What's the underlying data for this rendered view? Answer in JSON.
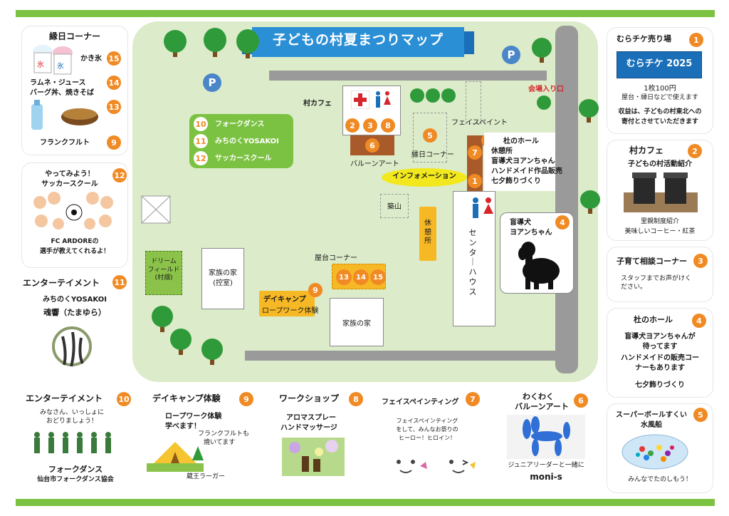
{
  "map": {
    "title": "子どもの村夏まつりマップ",
    "entrance": "会場入り口",
    "parking": "P",
    "village_cafe": "村カフェ",
    "balloon_art": "バルーンアート",
    "ennichi_corner": "縁日コーナー",
    "face_paint": "フェイスペイント",
    "information": "インフォメーション",
    "tsukiyama": "築山",
    "rest_area": "休憩所",
    "center_house": "センターハウス",
    "dream_field": "ドリーム\nフィールド\n(村畑)",
    "family_house_1": "家族の家\n(控室)",
    "family_house_2": "家族の家",
    "yatai_corner": "屋台コーナー",
    "day_camp_label": "デイキャンプ",
    "rope_work": "ロープワーク体験",
    "green_list": [
      {
        "num": "10",
        "label": "フォークダンス"
      },
      {
        "num": "11",
        "label": "みちのくYOSAKOI"
      },
      {
        "num": "12",
        "label": "サッカースクール"
      }
    ],
    "hall_box": {
      "title": "杜のホール",
      "lines": [
        "休憩所",
        "盲導犬ヨアンちゃん",
        "ハンドメイド作品販売",
        "七夕飾りづくり"
      ]
    },
    "dog_box": {
      "num": "4",
      "line1": "盲導犬",
      "line2": "ヨアンちゃん"
    }
  },
  "left": {
    "ennichi": {
      "title": "縁日コーナー",
      "kakigori": "かき氷",
      "drinks_line1": "ラムネ・ジュース",
      "drinks_line2": "バーグ丼、焼きそば",
      "frank": "フランクフルト",
      "n15": "15",
      "n14": "14",
      "n13": "13",
      "n9": "9"
    },
    "soccer": {
      "num": "12",
      "line1": "やってみよう！",
      "line2": "サッカースクール",
      "line3": "FC ARDOREの",
      "line4": "選手が教えてくれるよ！"
    },
    "ent11": {
      "num": "11",
      "title": "エンターテイメント",
      "line1": "みちのくYOSAKOI",
      "line2": "魂響（たまゆら）"
    }
  },
  "right": {
    "ticket": {
      "num": "1",
      "title": "むらチケ売り場",
      "ticket_name": "むらチケ 2025",
      "price": "1枚100円",
      "usage": "屋台・縁日などで使えます",
      "note1": "収益は、子どもの村東北への",
      "note2": "寄付とさせていただきます"
    },
    "cafe": {
      "num": "2",
      "title": "村カフェ",
      "sub": "子どもの村活動紹介",
      "l1": "里親制度紹介",
      "l2": "美味しいコーヒー・紅茶"
    },
    "consult": {
      "num": "3",
      "title": "子育て相談コーナー",
      "l1": "スタッフまでお声がけく",
      "l2": "ださい。"
    },
    "hall": {
      "num": "4",
      "title": "杜のホール",
      "l1": "盲導犬ヨアンちゃんが",
      "l2": "待ってます",
      "l3": "ハンドメイドの販売コー",
      "l4": "ナーもあります",
      "l5": "七夕飾りづくり"
    },
    "superball": {
      "num": "5",
      "l1": "スーパーボールすくい",
      "l2": "水風船",
      "l3": "みんなでたのしもう！"
    }
  },
  "bottom": {
    "folk": {
      "num": "10",
      "title": "エンターテイメント",
      "l1": "みなさん、いっしょに",
      "l2": "おどりましょう！",
      "l3": "フォークダンス",
      "l4": "仙台市フォークダンス協会"
    },
    "camp": {
      "num": "9",
      "title": "デイキャンプ体験",
      "l1": "ロープワーク体験",
      "l2": "学べます！",
      "l3": "フランクフルトも",
      "l4": "焼いてます",
      "l5": "蔵王ラーガー"
    },
    "workshop": {
      "num": "8",
      "title": "ワークショップ",
      "l1": "アロマスプレー",
      "l2": "ハンドマッサージ"
    },
    "facepaint": {
      "num": "7",
      "title": "フェイスペインティング",
      "l1": "フェイスペインティング",
      "l2": "をして、みんなお祭りの",
      "l3": "ヒーロー！ヒロイン！"
    },
    "balloon": {
      "num": "6",
      "title1": "わくわく",
      "title2": "バルーンアート",
      "l1": "ジュニアリーダーと一緒に",
      "l2": "moni-s"
    }
  },
  "colors": {
    "accent_green": "#7cc242",
    "map_ground": "#dcebc9",
    "badge_orange": "#f08a24",
    "title_blue": "#2b8fd6",
    "road_gray": "#9a9a9a"
  }
}
